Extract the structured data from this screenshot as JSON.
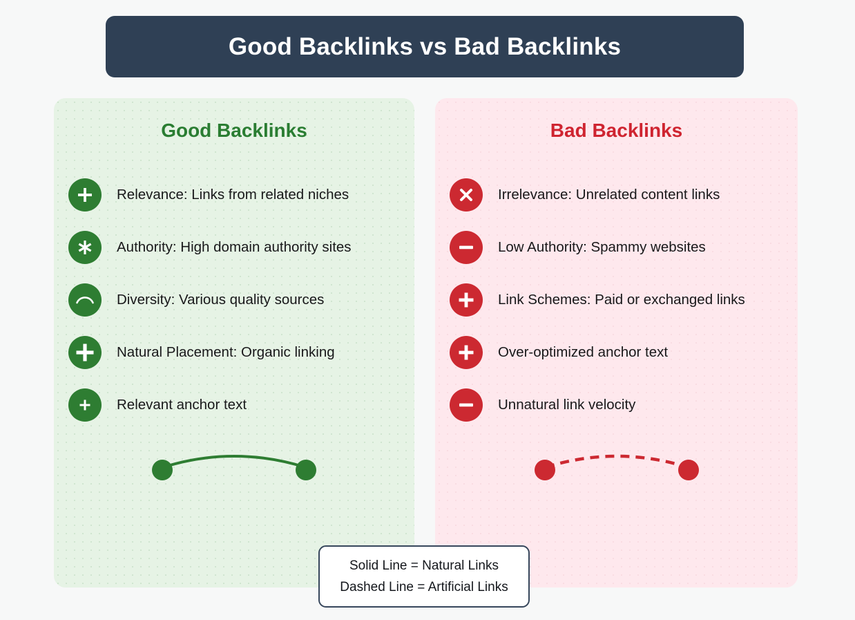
{
  "header": {
    "title": "Good Backlinks vs Bad Backlinks",
    "background_color": "#2f4055",
    "text_color": "#ffffff"
  },
  "panels": [
    {
      "id": "good",
      "heading": "Good Backlinks",
      "heading_color": "#2a7d32",
      "background_color": "#e6f3e5",
      "accent_color": "#2e7d32",
      "items": [
        {
          "icon": "plus-icon",
          "label": "Relevance: Links from related niches"
        },
        {
          "icon": "asterisk-icon",
          "label": "Authority: High domain authority sites"
        },
        {
          "icon": "arc-icon",
          "label": "Diversity: Various quality sources"
        },
        {
          "icon": "plus-bold-icon",
          "label": "Natural Placement: Organic linking"
        },
        {
          "icon": "plus-small-icon",
          "label": "Relevant anchor text"
        }
      ],
      "diagram": {
        "name": "solid-link-diagram",
        "line_style": "solid",
        "color": "#2e7d32"
      }
    },
    {
      "id": "bad",
      "heading": "Bad Backlinks",
      "heading_color": "#cf2430",
      "background_color": "#fee8ed",
      "accent_color": "#cc2931",
      "items": [
        {
          "icon": "x-icon",
          "label": "Irrelevance: Unrelated content links"
        },
        {
          "icon": "minus-icon",
          "label": "Low Authority: Spammy websites"
        },
        {
          "icon": "plus-icon",
          "label": "Link Schemes: Paid or exchanged links"
        },
        {
          "icon": "plus-icon",
          "label": "Over-optimized anchor text"
        },
        {
          "icon": "minus-icon",
          "label": "Unnatural link velocity"
        }
      ],
      "diagram": {
        "name": "dashed-link-diagram",
        "line_style": "dashed",
        "color": "#cc2931"
      }
    }
  ],
  "legend": {
    "lines": [
      "Solid Line = Natural Links",
      "Dashed Line = Artificial Links"
    ],
    "border_color": "#37475c",
    "background_color": "#ffffff"
  },
  "canvas": {
    "background_color": "#f7f8f8"
  }
}
